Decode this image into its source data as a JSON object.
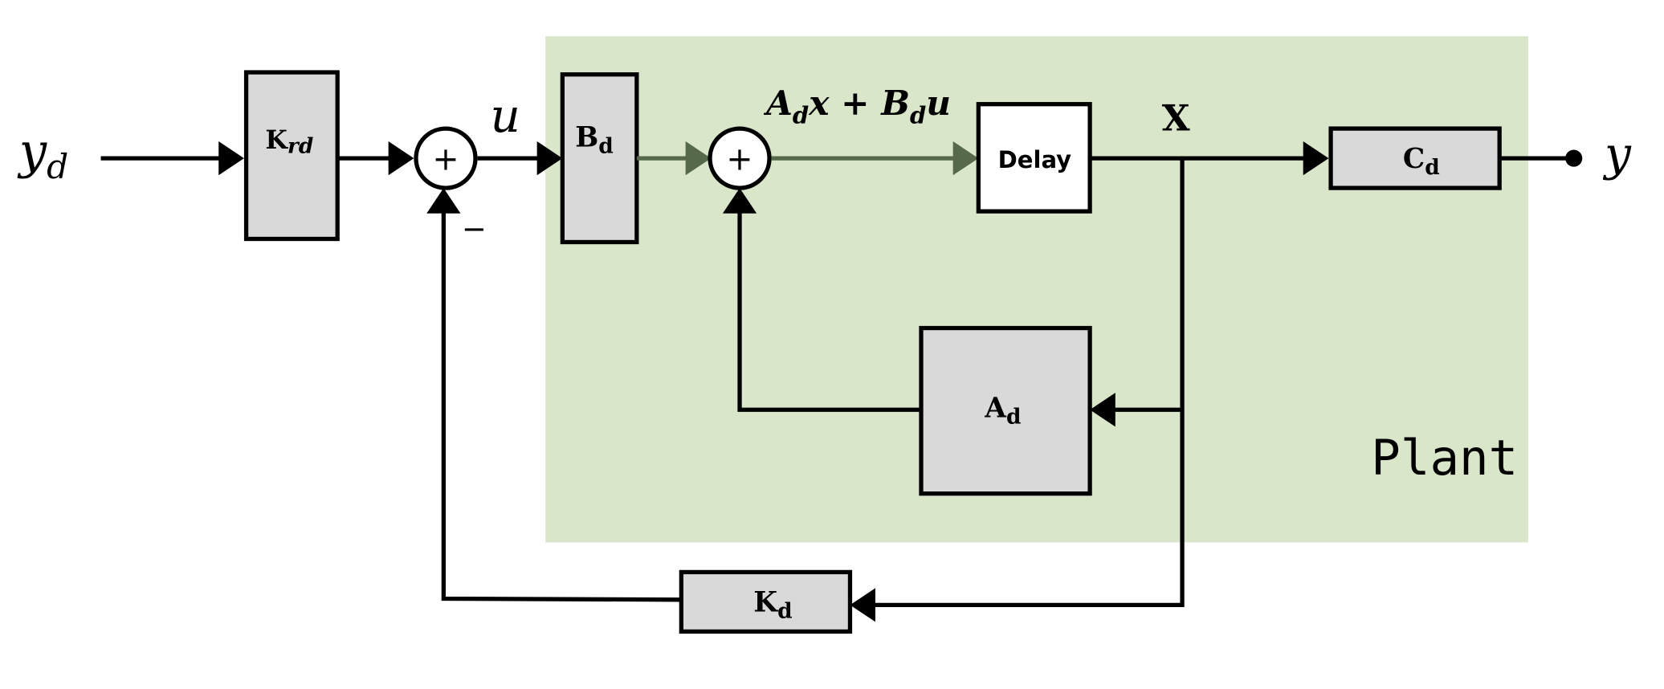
{
  "diagram": {
    "plant_label": "Plant",
    "signals": {
      "reference": {
        "main": "y",
        "sub": "d"
      },
      "control": "u",
      "state": "X",
      "output": "y",
      "state_update": {
        "a": "A",
        "a_sub": "d",
        "x": "x",
        "plus": " + ",
        "b": "B",
        "b_sub": "d",
        "u": "u"
      },
      "feedback_sign": "−"
    },
    "blocks": {
      "krd": {
        "main": "K",
        "sub": "rd"
      },
      "bd": {
        "main": "B",
        "sub": "d"
      },
      "delay": "Delay",
      "cd": {
        "main": "C",
        "sub": "d"
      },
      "ad": {
        "main": "A",
        "sub": "d"
      },
      "kd": {
        "main": "K",
        "sub": "d"
      }
    },
    "summing_symbol": "+",
    "colors": {
      "plant_fill": "#d9e6ca",
      "block_fill": "#d9d9d9",
      "plant_wire": "#56694a"
    }
  }
}
